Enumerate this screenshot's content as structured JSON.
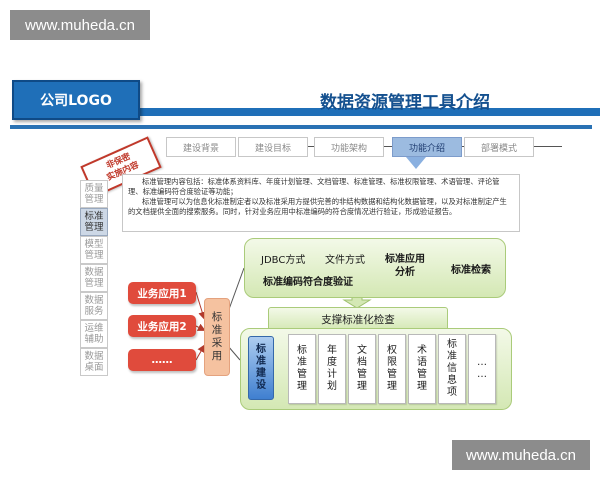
{
  "watermarks": {
    "top": "www.muheda.cn",
    "bottom": "www.muheda.cn"
  },
  "header": {
    "logo": "公司LOGO",
    "title": "数据资源管理工具介绍"
  },
  "tabs": [
    {
      "label": "建设背景",
      "active": false
    },
    {
      "label": "建设目标",
      "active": false
    },
    {
      "label": "功能架构",
      "active": false
    },
    {
      "label": "功能介绍",
      "active": true
    },
    {
      "label": "部署模式",
      "active": false
    }
  ],
  "stamp": {
    "line1": "非保密",
    "line2": "实施内容"
  },
  "sidebar": [
    {
      "label": "质量\n管理",
      "active": false
    },
    {
      "label": "标准\n管理",
      "active": true
    },
    {
      "label": "模型\n管理",
      "active": false
    },
    {
      "label": "数据\n管理",
      "active": false
    },
    {
      "label": "数据\n服务",
      "active": false
    },
    {
      "label": "运维\n辅助",
      "active": false
    },
    {
      "label": "数据\n桌面",
      "active": false
    }
  ],
  "description": {
    "p1": "标准管理内容包括：标准体系资料库、年度计划管理、文档管理、标准管理、标准权限管理、术语管理、评论管理、标准编码符合度验证等功能；",
    "p2": "标准管理可以为信息化标准制定者以及标准采用方提供完善的非结构数据和结构化数据管理，以及对标准制定产生的文档提供全面的搜索服务。同时，针对业务应用中标准编码的符合度情况进行验证，形成验证报告。"
  },
  "diagram": {
    "top_box": {
      "jdbc": "JDBC方式",
      "file": "文件方式",
      "validate": "标准编码符合度验证",
      "app_analysis": "标准应用\n分析",
      "search": "标准检索"
    },
    "support_check": "支撑标准化检查",
    "business_apps": [
      "业务应用1",
      "业务应用2",
      "……"
    ],
    "adopt": "标\n准\n采\n用",
    "build": "标\n准\n建\n设",
    "modules": [
      "标\n准\n管\n理",
      "年\n度\n计\n划",
      "文\n档\n管\n理",
      "权\n限\n管\n理",
      "术\n语\n管\n理",
      "标\n准\n信\n息\n项",
      "…\n…"
    ]
  },
  "colors": {
    "accent_blue": "#1f6fb8",
    "active_tab": "#9cbbe0",
    "business_red": "#e04b3c",
    "green_box": "#d4e8b4",
    "adopt_peach": "#f5c2a0"
  }
}
